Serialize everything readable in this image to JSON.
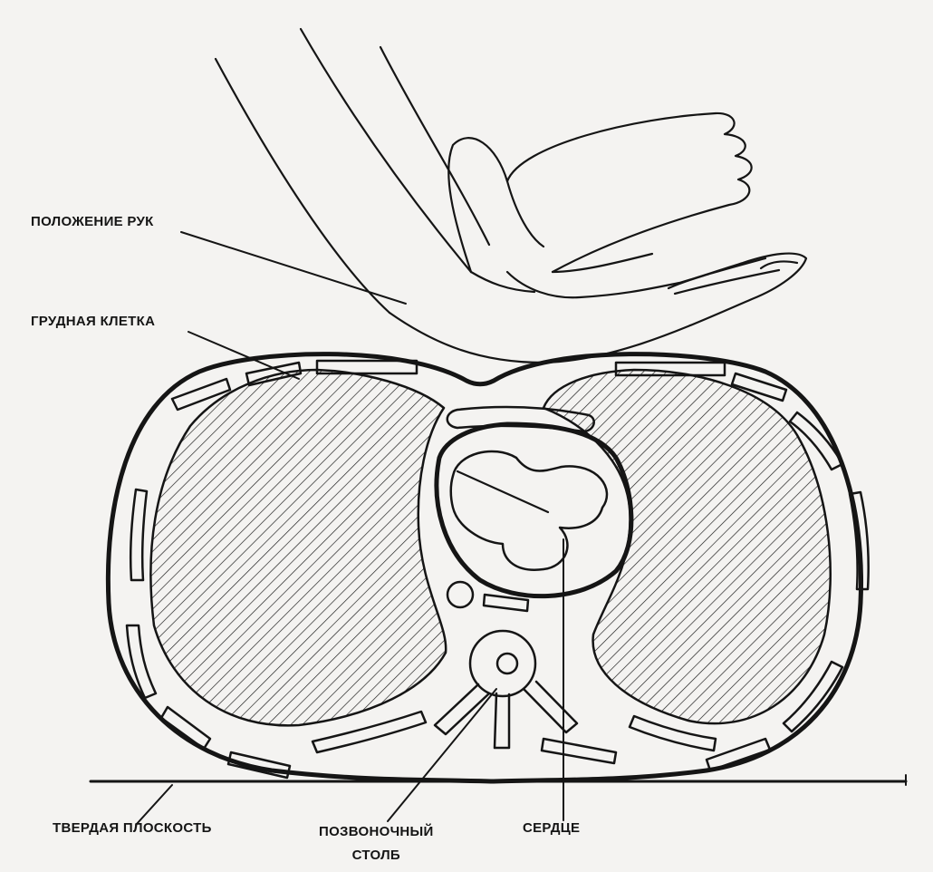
{
  "labels": {
    "hand_position": "ПОЛОЖЕНИЕ РУК",
    "chest": "ГРУДНАЯ КЛЕТКА",
    "hard_surface": "ТВЕРДАЯ ПЛОСКОСТЬ",
    "spine_line1": "ПОЗВОНОЧНЫЙ",
    "spine_line2": "СТОЛБ",
    "heart": "СЕРДЦЕ"
  },
  "colors": {
    "ink": "#151515",
    "paper": "#f4f3f1"
  }
}
